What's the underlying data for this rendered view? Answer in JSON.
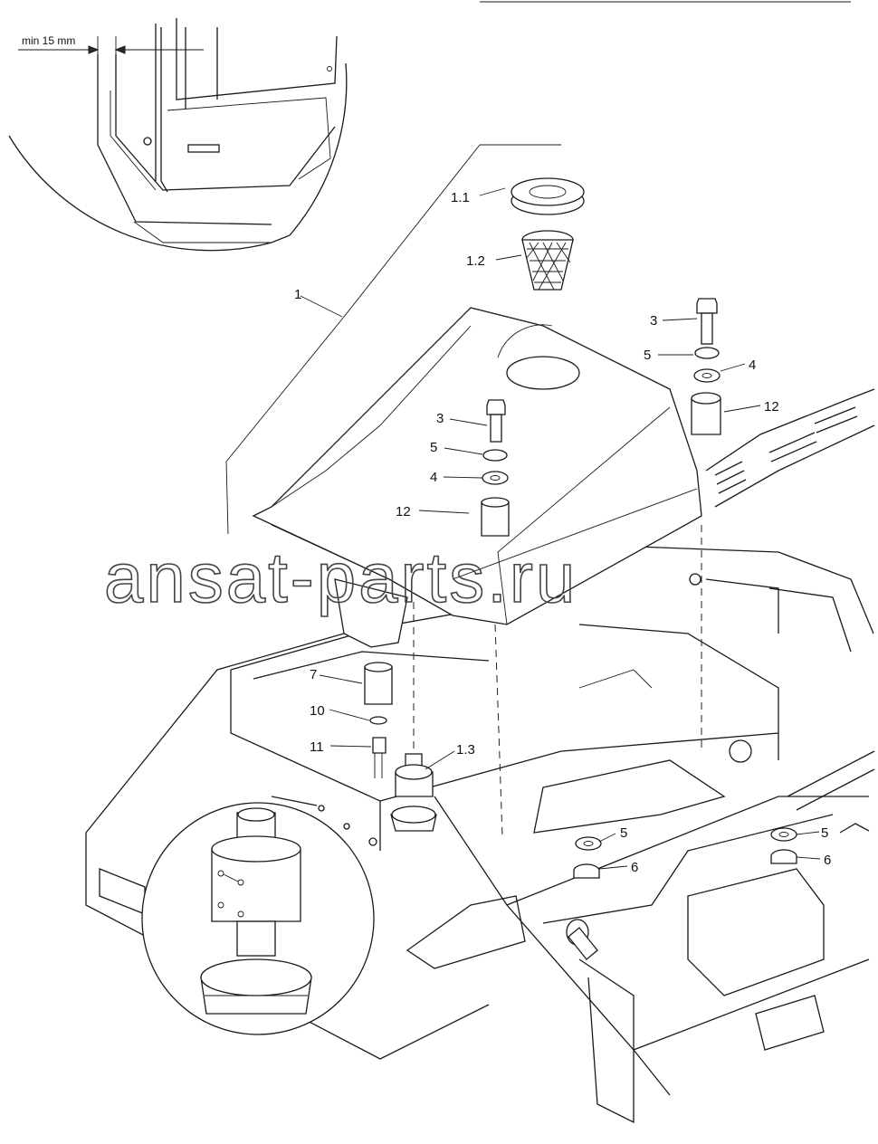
{
  "dimension_callout": "min 15 mm",
  "watermark": "ansat-parts.ru",
  "callouts": [
    {
      "id": "c-1",
      "text": "1"
    },
    {
      "id": "c-1-1",
      "text": "1.1"
    },
    {
      "id": "c-1-2",
      "text": "1.2"
    },
    {
      "id": "c-1-3",
      "text": "1.3"
    },
    {
      "id": "c-3a",
      "text": "3"
    },
    {
      "id": "c-5a",
      "text": "5"
    },
    {
      "id": "c-4a",
      "text": "4"
    },
    {
      "id": "c-12a",
      "text": "12"
    },
    {
      "id": "c-3b",
      "text": "3"
    },
    {
      "id": "c-5b",
      "text": "5"
    },
    {
      "id": "c-4b",
      "text": "4"
    },
    {
      "id": "c-12b",
      "text": "12"
    },
    {
      "id": "c-7",
      "text": "7"
    },
    {
      "id": "c-10",
      "text": "10"
    },
    {
      "id": "c-11",
      "text": "11"
    },
    {
      "id": "c-5c",
      "text": "5"
    },
    {
      "id": "c-6c",
      "text": "6"
    },
    {
      "id": "c-5d",
      "text": "5"
    },
    {
      "id": "c-6d",
      "text": "6"
    }
  ]
}
